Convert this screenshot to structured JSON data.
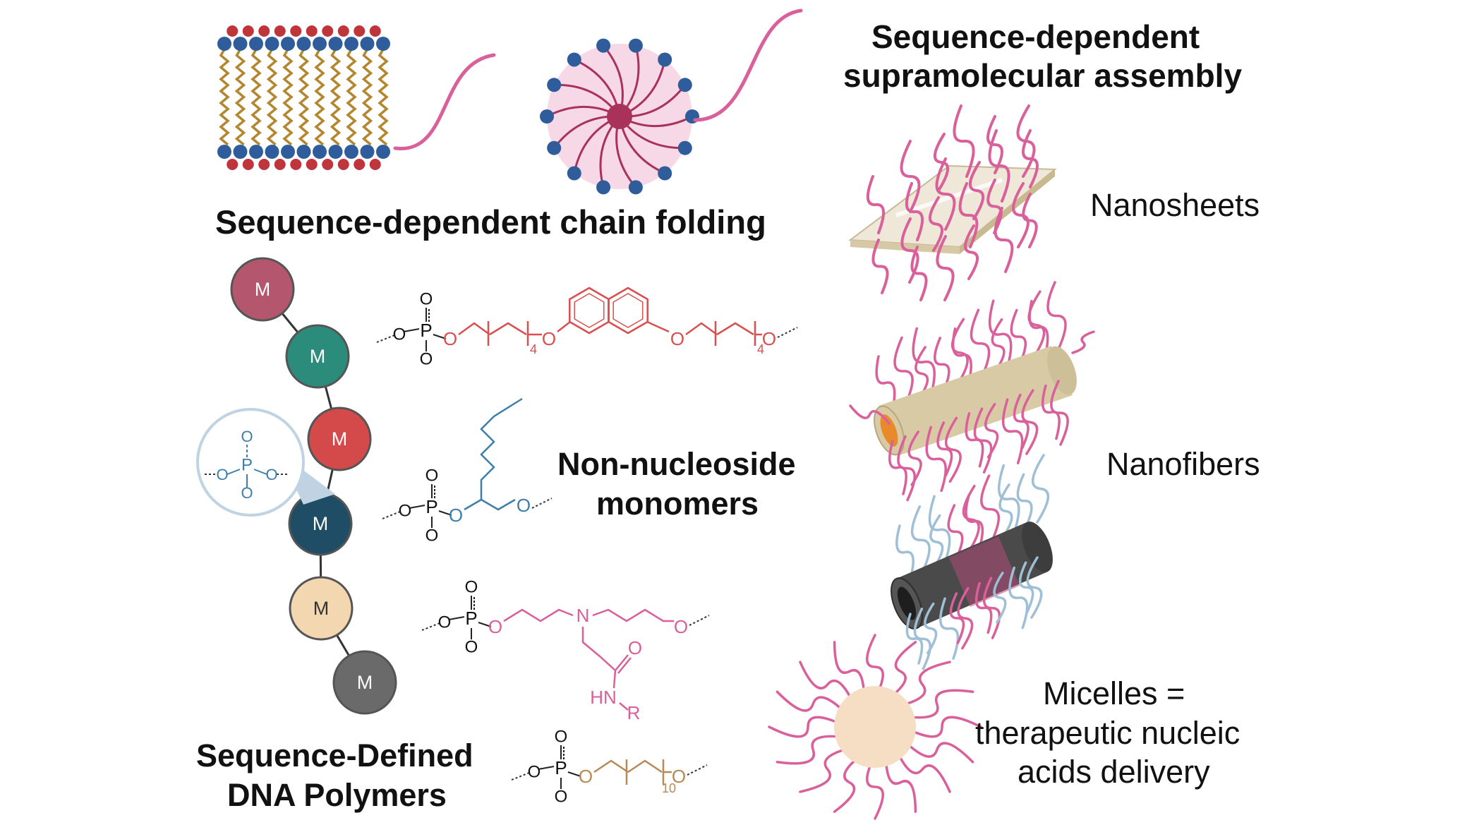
{
  "labels": {
    "chain_folding": "Sequence-dependent chain folding",
    "supramolecular_line1": "Sequence-dependent",
    "supramolecular_line2": "supramolecular assembly",
    "nanosheets": "Nanosheets",
    "nanofibers": "Nanofibers",
    "micelles_line1": "Micelles =",
    "micelles_line2": "therapeutic nucleic",
    "micelles_line3": "acids delivery",
    "non_nucleoside_line1": "Non-nucleoside",
    "non_nucleoside_line2": "monomers",
    "polymers_line1": "Sequence-Defined",
    "polymers_line2": "DNA Polymers"
  },
  "monomers": [
    {
      "label": "M",
      "color": "#b5566f"
    },
    {
      "label": "M",
      "color": "#2c8c7c"
    },
    {
      "label": "M",
      "color": "#d44a4a"
    },
    {
      "label": "M",
      "color": "#1f4d66"
    },
    {
      "label": "M",
      "color": "#f2d7b0"
    },
    {
      "label": "M",
      "color": "#6a6a6a"
    }
  ],
  "chem": {
    "O": "O",
    "P": "P",
    "N": "N",
    "HN": "HN",
    "R": "R",
    "sub4": "4",
    "sub10": "10"
  },
  "colors": {
    "pink": "#d9609a",
    "red": "#d94f4f",
    "blue": "#3d7fa8",
    "tan": "#b58a55",
    "maroon": "#a8325a",
    "gold": "#b3872f",
    "headblue": "#2f5d9c",
    "headred": "#c0353b"
  }
}
